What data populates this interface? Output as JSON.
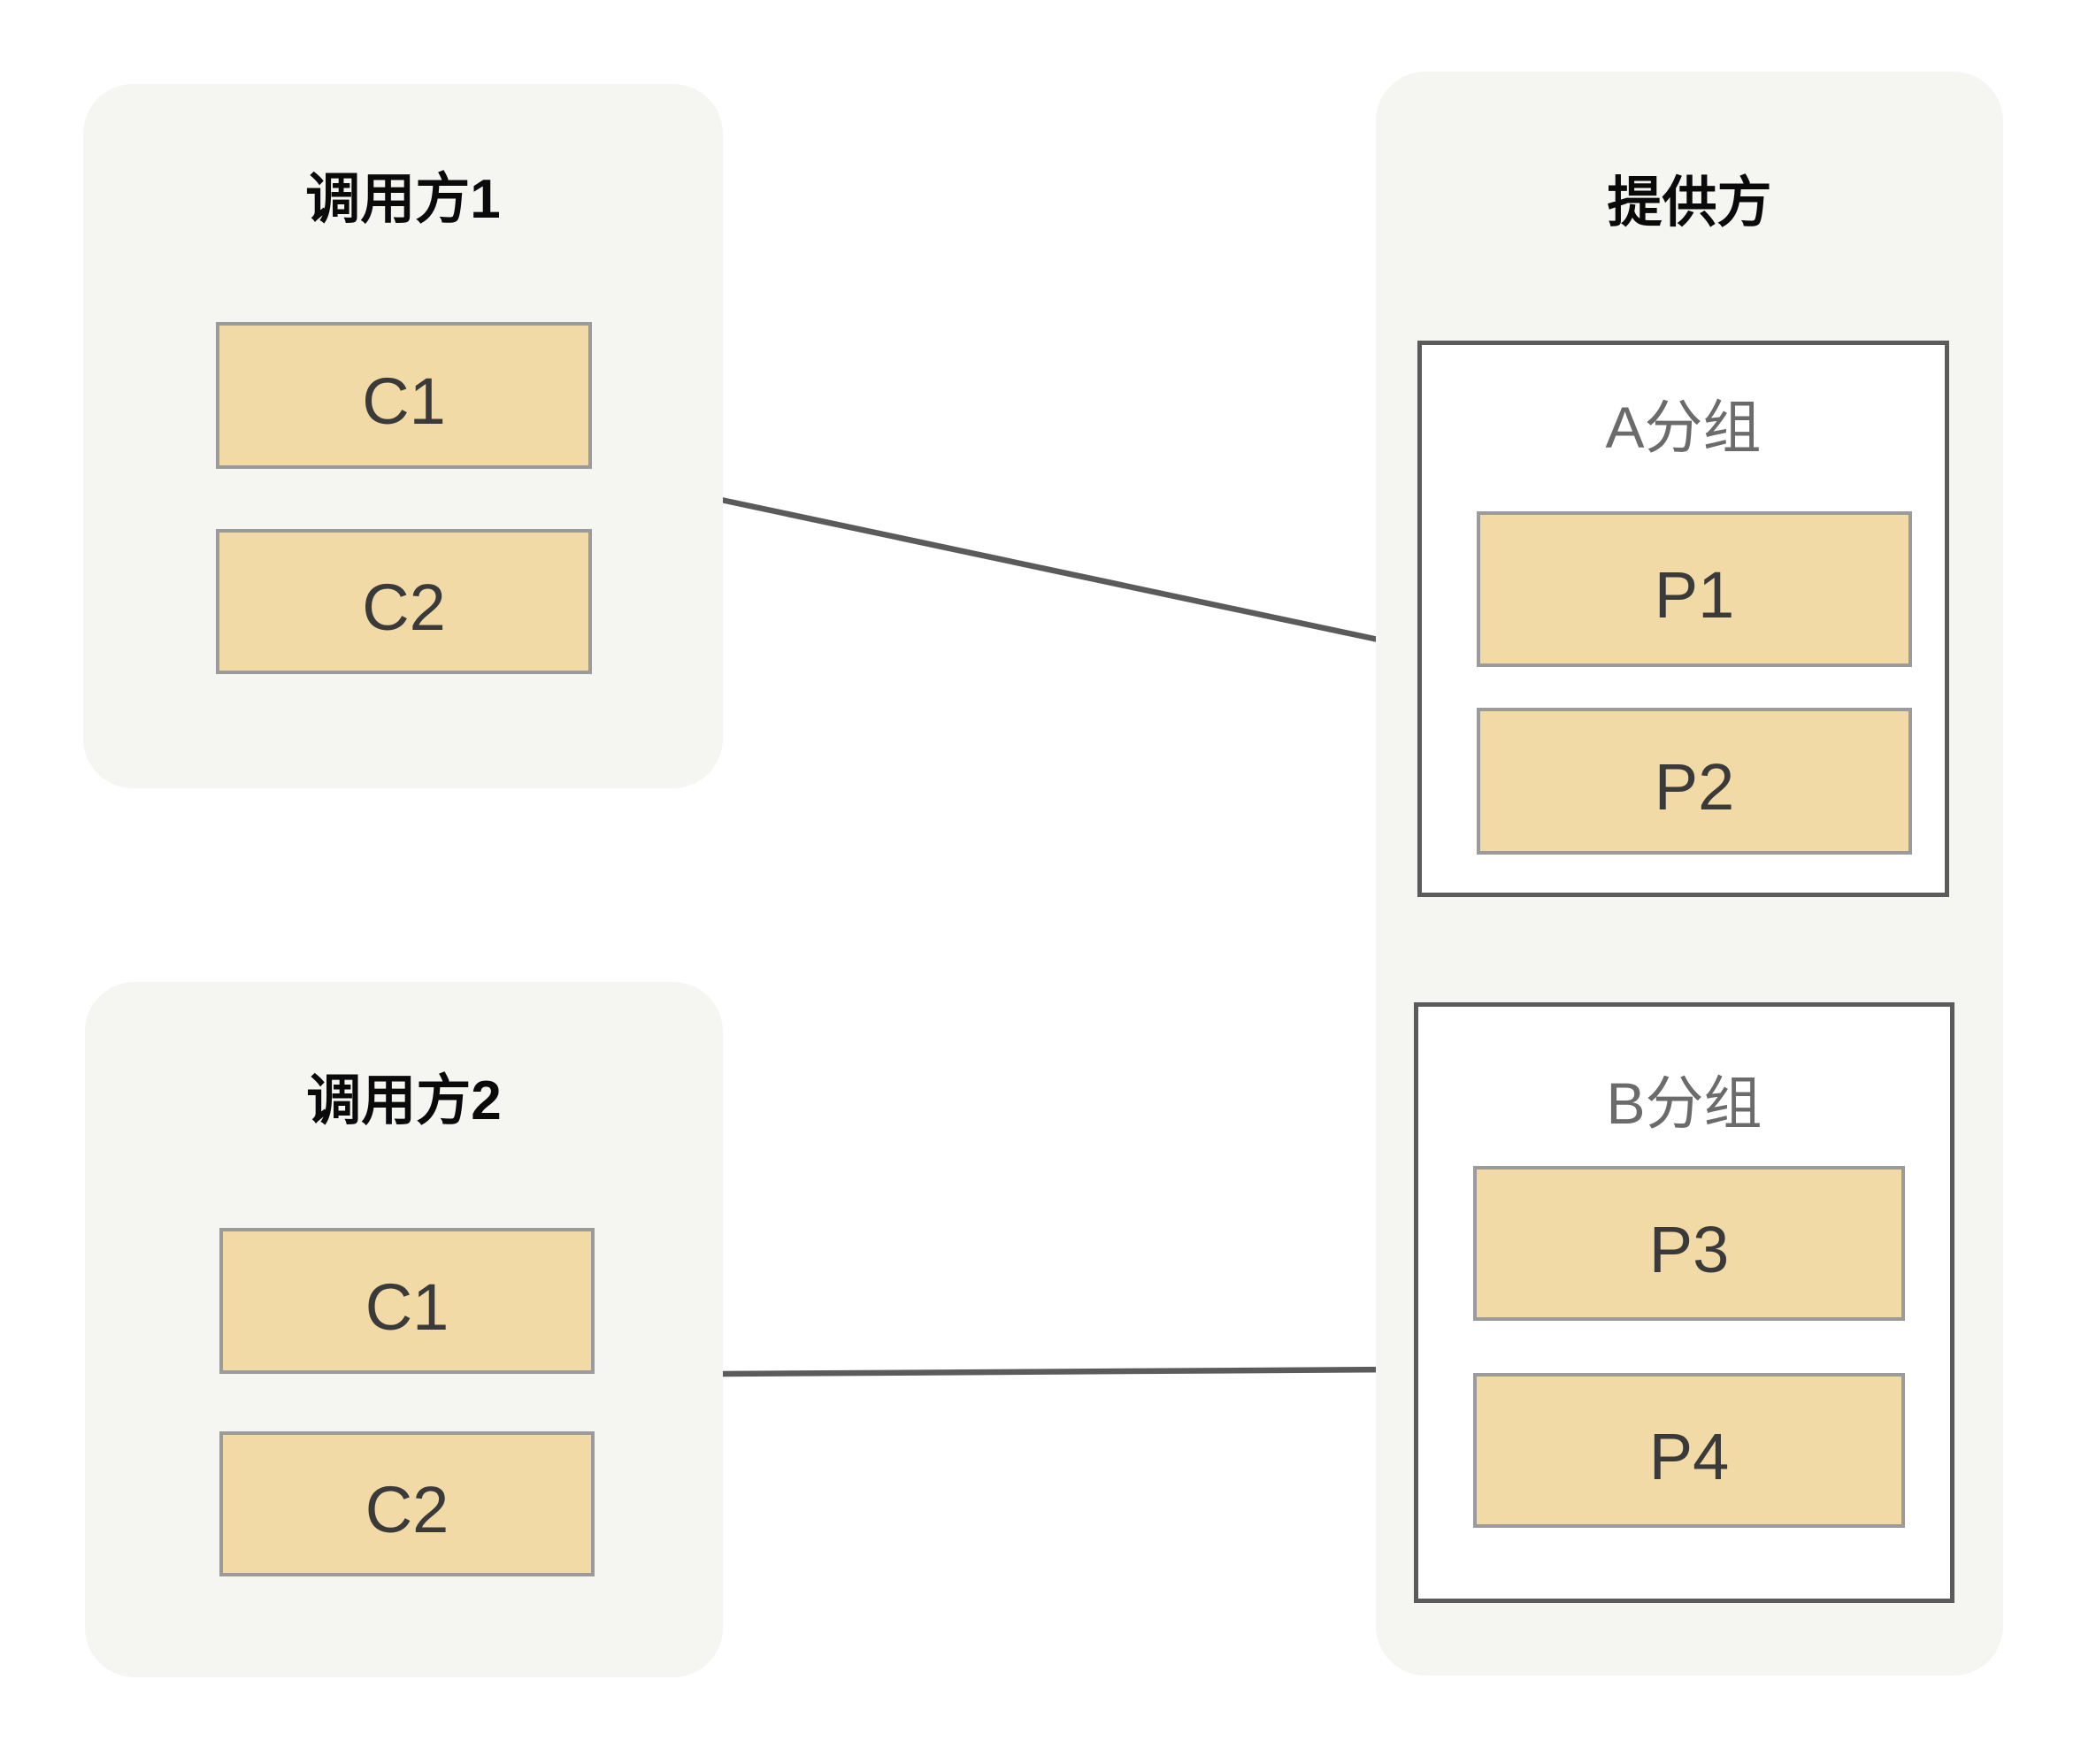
{
  "callers": [
    {
      "title": "调用方1",
      "items": [
        "C1",
        "C2"
      ]
    },
    {
      "title": "调用方2",
      "items": [
        "C1",
        "C2"
      ]
    }
  ],
  "provider": {
    "title": "提供方",
    "groups": [
      {
        "label": "A分组",
        "items": [
          "P1",
          "P2"
        ]
      },
      {
        "label": "B分组",
        "items": [
          "P3",
          "P4"
        ]
      }
    ]
  },
  "arrows": [
    {
      "from": "调用方1",
      "to": "A分组"
    },
    {
      "from": "调用方2",
      "to": "B分组"
    }
  ],
  "colors": {
    "panel-bg": "#F5F5F2",
    "node-fill": "#F2DAA6",
    "node-border": "#9B9B9B",
    "node-text": "#3A3A3A",
    "group-border": "#5B5B5B",
    "group-label": "#6B6B6B",
    "arrow": "#5B5B5B",
    "title-text": "#0A0A0A",
    "page-bg": "#FFFFFF"
  }
}
